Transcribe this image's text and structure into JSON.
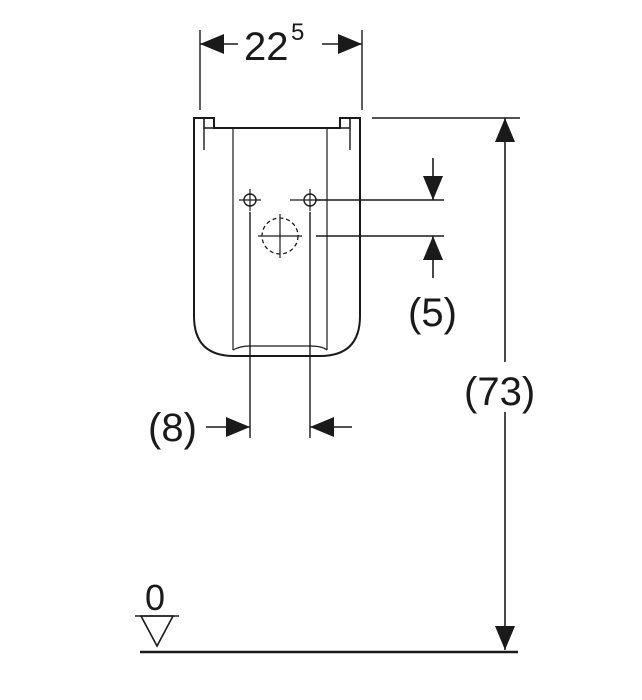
{
  "drawing": {
    "width_dim": {
      "main": "22",
      "sup": "5"
    },
    "height_dim": "(73)",
    "hole_spacing_dim": "(8)",
    "vertical_offset_dim": "(5)",
    "floor_level": "0",
    "colors": {
      "ink": "#1a1a1a",
      "background": "#ffffff"
    }
  }
}
